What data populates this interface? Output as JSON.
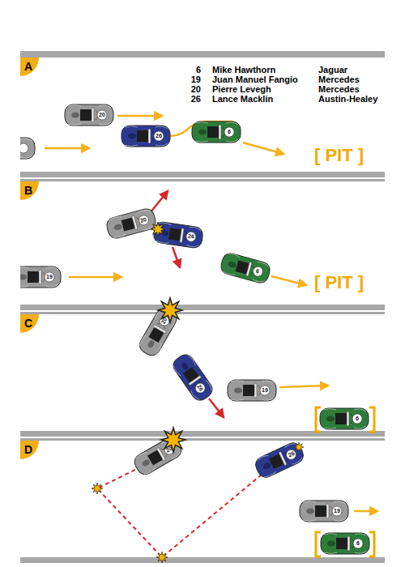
{
  "diagram": {
    "labels": [
      "A",
      "6",
      "Mike Hawthorn",
      "Jaguar",
      "19",
      "Juan Manuel Fangio",
      "Mercedes",
      "20",
      "Pierre Levegh",
      "Mercedes",
      "26",
      "Lance Macklin",
      "Austin-Healey",
      "20",
      "26",
      "6",
      "[ PIT ]",
      "B",
      "20",
      "26",
      "6",
      "19",
      "[ PIT ]",
      "C",
      "20",
      "26",
      "19",
      "6",
      "D",
      "20",
      "26",
      "19",
      "6"
    ]
  }
}
